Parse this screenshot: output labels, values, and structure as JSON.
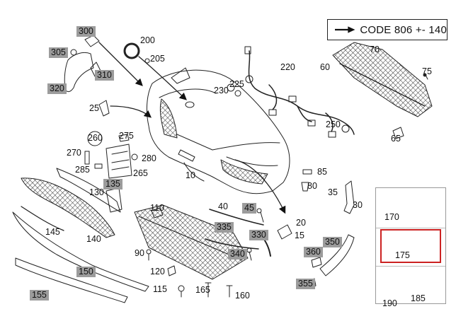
{
  "code_note": {
    "text": "CODE 806 +- 140",
    "icon": "right-arrow-icon"
  },
  "parts": [
    {
      "id": "p300",
      "label": "300",
      "highlighted": true
    },
    {
      "id": "p305",
      "label": "305",
      "highlighted": true
    },
    {
      "id": "p310",
      "label": "310",
      "highlighted": true
    },
    {
      "id": "p320",
      "label": "320",
      "highlighted": true
    },
    {
      "id": "p200",
      "label": "200",
      "highlighted": false
    },
    {
      "id": "p205",
      "label": "205",
      "highlighted": false
    },
    {
      "id": "p25",
      "label": "25",
      "highlighted": false
    },
    {
      "id": "p220",
      "label": "220",
      "highlighted": false
    },
    {
      "id": "p225",
      "label": "225",
      "highlighted": false
    },
    {
      "id": "p230",
      "label": "230",
      "highlighted": false
    },
    {
      "id": "p250",
      "label": "250",
      "highlighted": false
    },
    {
      "id": "p60",
      "label": "60",
      "highlighted": false
    },
    {
      "id": "p70",
      "label": "70",
      "highlighted": false
    },
    {
      "id": "p75",
      "label": "75",
      "highlighted": false
    },
    {
      "id": "p65",
      "label": "65",
      "highlighted": false
    },
    {
      "id": "p260",
      "label": "260",
      "highlighted": false
    },
    {
      "id": "p275",
      "label": "275",
      "highlighted": false
    },
    {
      "id": "p270",
      "label": "270",
      "highlighted": false
    },
    {
      "id": "p280",
      "label": "280",
      "highlighted": false
    },
    {
      "id": "p285",
      "label": "285",
      "highlighted": false
    },
    {
      "id": "p265",
      "label": "265",
      "highlighted": false
    },
    {
      "id": "p10",
      "label": "10",
      "highlighted": false
    },
    {
      "id": "p85",
      "label": "85",
      "highlighted": false
    },
    {
      "id": "p80",
      "label": "80",
      "highlighted": false
    },
    {
      "id": "p35",
      "label": "35",
      "highlighted": false
    },
    {
      "id": "p30",
      "label": "30",
      "highlighted": false
    },
    {
      "id": "p130",
      "label": "130",
      "highlighted": false
    },
    {
      "id": "p135",
      "label": "135",
      "highlighted": true
    },
    {
      "id": "p110",
      "label": "110",
      "highlighted": false
    },
    {
      "id": "p40",
      "label": "40",
      "highlighted": false
    },
    {
      "id": "p45",
      "label": "45",
      "highlighted": true
    },
    {
      "id": "p20",
      "label": "20",
      "highlighted": false
    },
    {
      "id": "p15",
      "label": "15",
      "highlighted": false
    },
    {
      "id": "p145",
      "label": "145",
      "highlighted": false
    },
    {
      "id": "p140",
      "label": "140",
      "highlighted": false
    },
    {
      "id": "p335",
      "label": "335",
      "highlighted": true
    },
    {
      "id": "p330",
      "label": "330",
      "highlighted": true
    },
    {
      "id": "p350",
      "label": "350",
      "highlighted": true
    },
    {
      "id": "p90",
      "label": "90",
      "highlighted": false
    },
    {
      "id": "p340",
      "label": "340",
      "highlighted": true
    },
    {
      "id": "p360",
      "label": "360",
      "highlighted": true
    },
    {
      "id": "p120",
      "label": "120",
      "highlighted": false
    },
    {
      "id": "p150",
      "label": "150",
      "highlighted": true
    },
    {
      "id": "p355",
      "label": "355",
      "highlighted": true
    },
    {
      "id": "p115",
      "label": "115",
      "highlighted": false
    },
    {
      "id": "p165",
      "label": "165",
      "highlighted": false
    },
    {
      "id": "p160",
      "label": "160",
      "highlighted": false
    },
    {
      "id": "p155",
      "label": "155",
      "highlighted": true
    },
    {
      "id": "p170",
      "label": "170",
      "highlighted": false
    },
    {
      "id": "p175",
      "label": "175",
      "highlighted": false
    },
    {
      "id": "p190",
      "label": "190",
      "highlighted": false
    },
    {
      "id": "p185",
      "label": "185",
      "highlighted": false
    }
  ],
  "colors": {
    "highlight_bg": "#9c9c9c",
    "selection": "#cc2222",
    "line": "#222222"
  }
}
